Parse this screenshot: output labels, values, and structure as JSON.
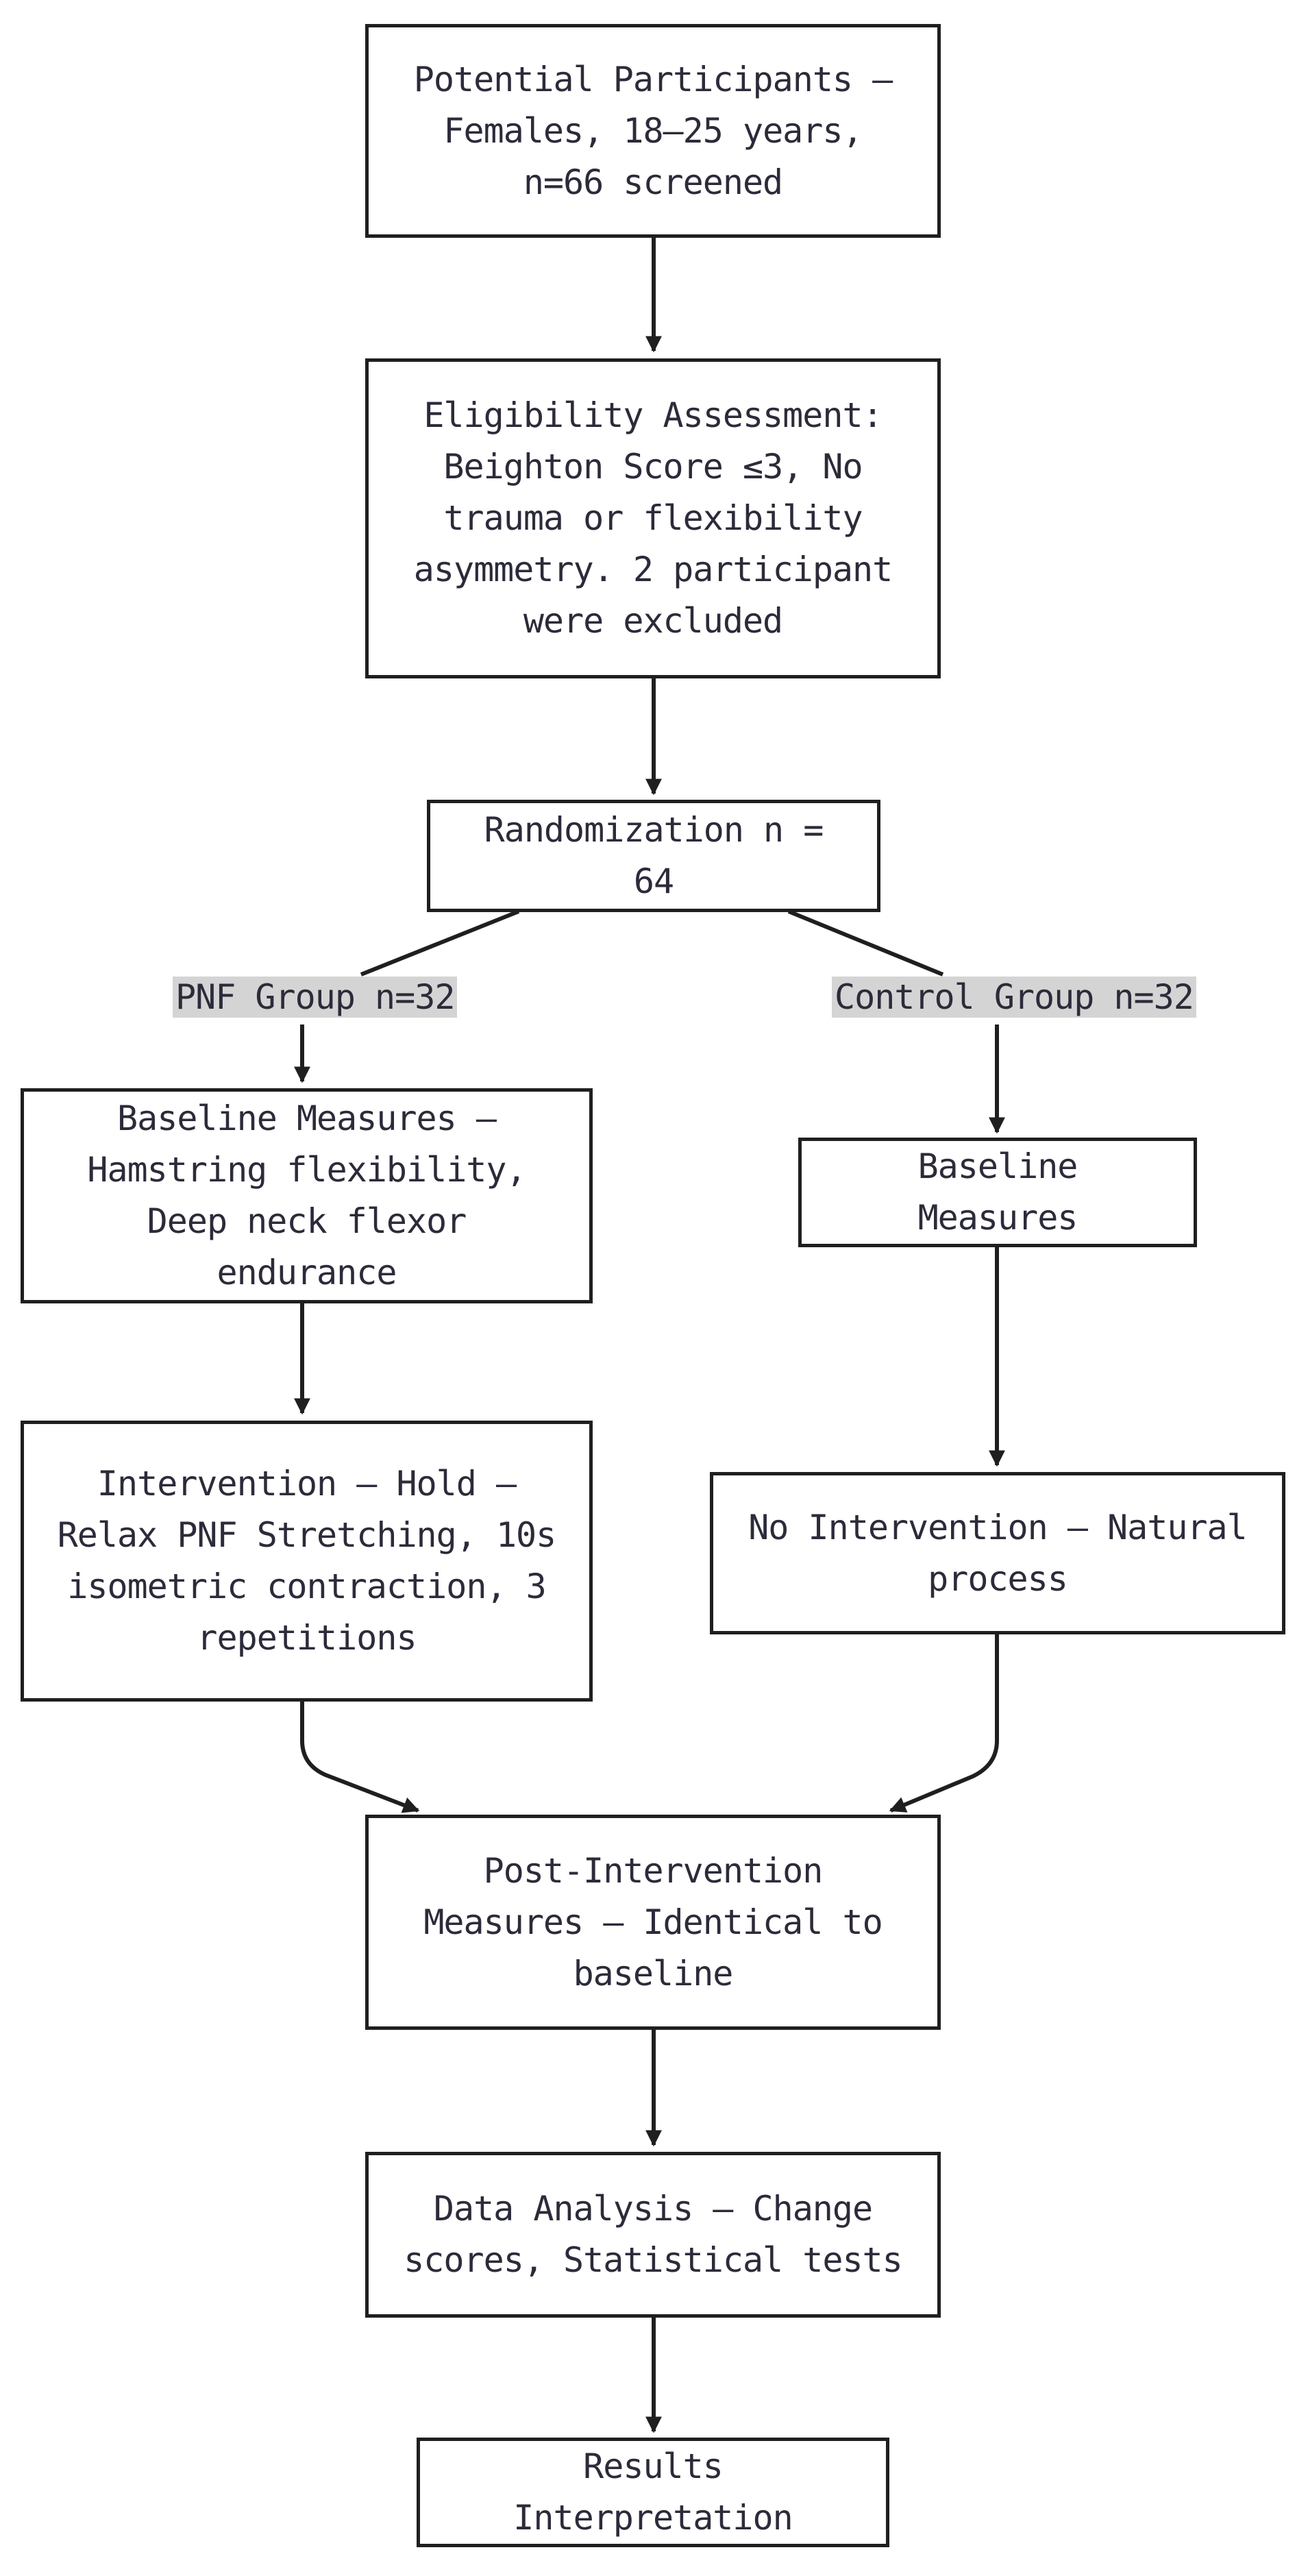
{
  "nodes": {
    "participants": "Potential Participants – Females, 18–25 years, n=66 screened",
    "eligibility": "Eligibility Assessment: Beighton Score ≤3, No trauma or flexibility asymmetry. 2 participant were excluded",
    "randomization": "Randomization n = 64",
    "pnf_baseline": "Baseline Measures – Hamstring flexibility, Deep neck flexor endurance",
    "pnf_intervention": "Intervention – Hold – Relax PNF Stretching, 10s isometric contraction, 3 repetitions",
    "control_baseline": "Baseline Measures",
    "control_intervention": "No Intervention – Natural process",
    "post": "Post-Intervention Measures – Identical to baseline",
    "analysis": "Data Analysis – Change scores, Statistical tests",
    "results": "Results Interpretation"
  },
  "edge_labels": {
    "pnf_group": "PNF Group n=32",
    "control_group": "Control Group n=32"
  },
  "colors": {
    "stroke": "#1f1f1f",
    "label_bg": "#d4d4d4",
    "text": "#2b2b3a"
  }
}
